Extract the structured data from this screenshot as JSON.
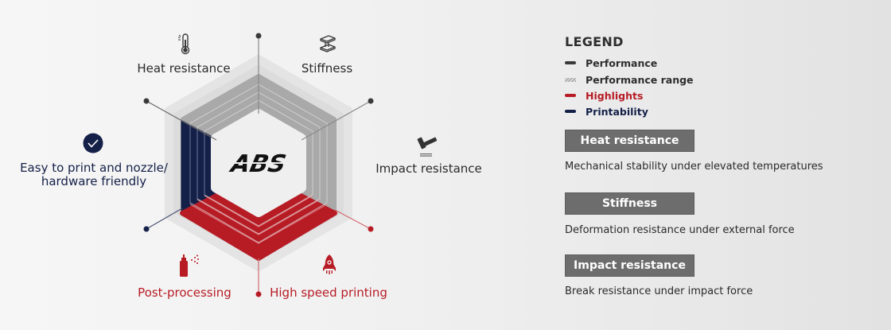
{
  "material": "ABS",
  "colors": {
    "performance": "#3a3a3a",
    "performance_range": "#a8a8a8",
    "highlights": "#b71c25",
    "printability": "#142048",
    "definition_box": "#6d6d6d"
  },
  "axes": [
    {
      "id": "heat_resistance",
      "label": "Heat resistance",
      "icon": "thermometer-icon",
      "category": "performance"
    },
    {
      "id": "stiffness",
      "label": "Stiffness",
      "icon": "i-beam-icon",
      "category": "performance"
    },
    {
      "id": "impact_resistance",
      "label": "Impact resistance",
      "icon": "hammer-icon",
      "category": "performance"
    },
    {
      "id": "high_speed_printing",
      "label": "High speed printing",
      "icon": "rocket-icon",
      "category": "highlights"
    },
    {
      "id": "post_processing",
      "label": "Post-processing",
      "icon": "spray-can-icon",
      "category": "highlights"
    },
    {
      "id": "easy_to_print",
      "label_line1": "Easy to print and nozzle/",
      "label_line2": "hardware friendly",
      "icon": "checkmark-circle-icon",
      "category": "printability"
    }
  ],
  "legend": {
    "title": "LEGEND",
    "items": [
      {
        "label": "Performance",
        "swatch": "solid-dark"
      },
      {
        "label": "Performance range",
        "swatch": "hatched-gray"
      },
      {
        "label": "Highlights",
        "swatch": "solid-red"
      },
      {
        "label": "Printability",
        "swatch": "solid-navy"
      }
    ]
  },
  "definitions": [
    {
      "title": "Heat resistance",
      "description": "Mechanical stability under elevated temperatures"
    },
    {
      "title": "Stiffness",
      "description": "Deformation resistance under external force"
    },
    {
      "title": "Impact resistance",
      "description": "Break resistance under impact force"
    }
  ]
}
